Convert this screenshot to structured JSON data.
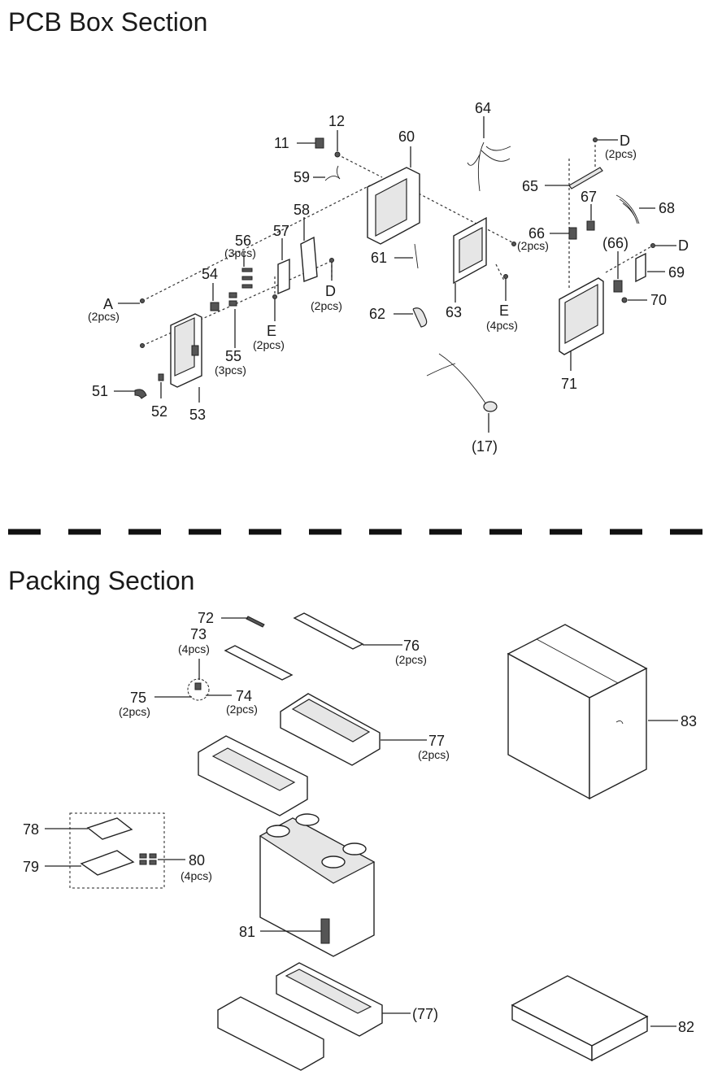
{
  "sections": {
    "pcb_box_title": "PCB Box Section",
    "packing_title": "Packing Section"
  },
  "pcb_labels": {
    "p11": "11",
    "p12": "12",
    "p59": "59",
    "p60": "60",
    "p64": "64",
    "p65": "65",
    "p66": "66",
    "p66_ref": "(66)",
    "p67": "67",
    "p68": "68",
    "p69": "69",
    "p70": "70",
    "p71": "71",
    "p56": "56",
    "p57": "57",
    "p58": "58",
    "p54": "54",
    "p55": "55",
    "p51": "51",
    "p52": "52",
    "p53": "53",
    "p61": "61",
    "p62": "62",
    "p63": "63",
    "p17": "(17)",
    "A": "A",
    "D_top": "D",
    "D_right": "D",
    "D_mid": "D",
    "E_left": "E",
    "E_right": "E"
  },
  "pcb_qty": {
    "A": "(2pcs)",
    "D_top": "(2pcs)",
    "D_mid": "(2pcs)",
    "p66": "(2pcs)",
    "p56": "(3pcs)",
    "p55": "(3pcs)",
    "E_left": "(2pcs)",
    "E_right": "(4pcs)"
  },
  "packing_labels": {
    "p72": "72",
    "p73": "73",
    "p74": "74",
    "p75": "75",
    "p76": "76",
    "p77": "77",
    "p77_ref": "(77)",
    "p78": "78",
    "p79": "79",
    "p80": "80",
    "p81": "81",
    "p82": "82",
    "p83": "83"
  },
  "packing_qty": {
    "p73": "(4pcs)",
    "p74": "(2pcs)",
    "p75": "(2pcs)",
    "p76": "(2pcs)",
    "p77": "(2pcs)",
    "p80": "(4pcs)"
  }
}
